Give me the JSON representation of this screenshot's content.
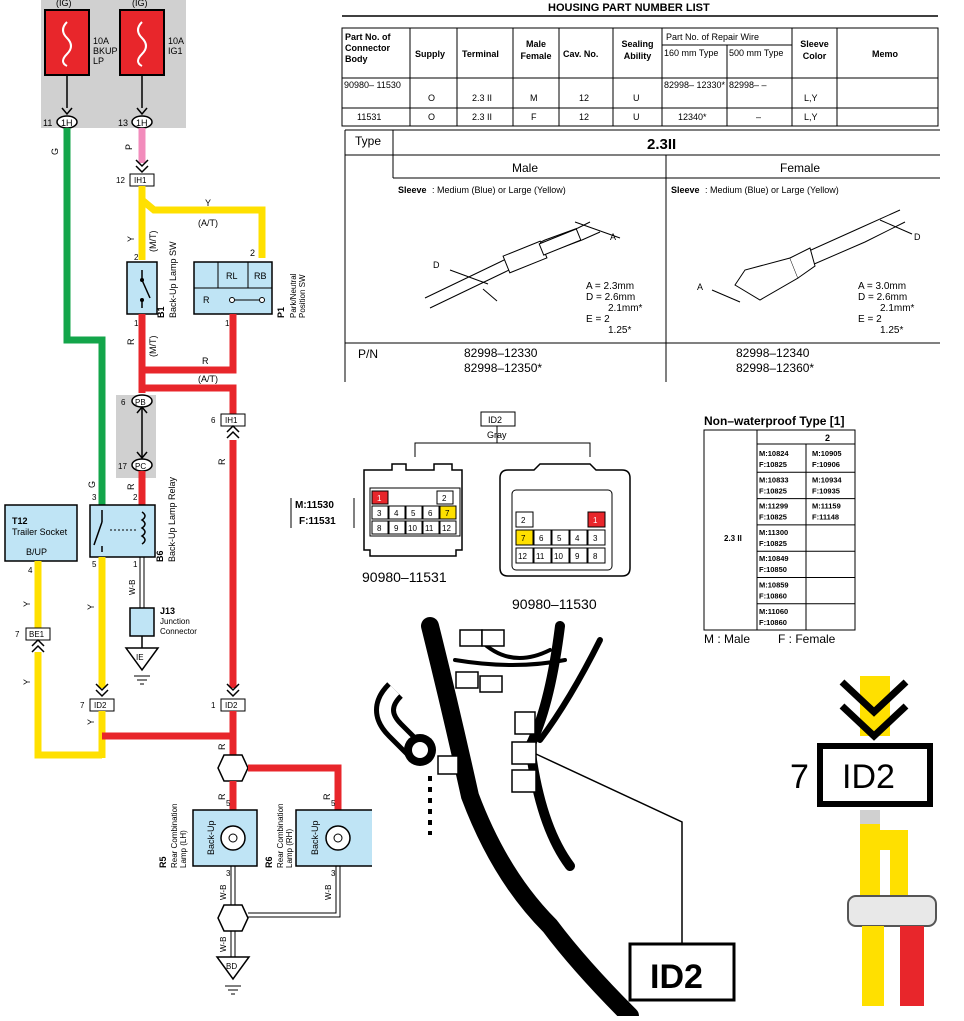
{
  "schematic": {
    "fuse_bkup": {
      "top": "(IG)",
      "line1": "10A",
      "line2": "BKUP",
      "line3": "LP",
      "pin": "11",
      "conn": "1H",
      "wire": "G"
    },
    "fuse_ig1": {
      "top": "(IG)",
      "line1": "10A",
      "line2": "IG1",
      "pin": "13",
      "conn": "1H",
      "wire": "P"
    },
    "ih1_top": {
      "pin": "12",
      "label": "IH1"
    },
    "b1": {
      "code": "B1",
      "name": "Back-Up Lamp SW",
      "wire_y": "Y",
      "mt": "(M/T)",
      "pin2": "2",
      "pin1": "1",
      "wire_r": "R"
    },
    "p1": {
      "code": "P1",
      "name1": "Park/Neutral",
      "name2": "Position SW",
      "rl": "RL",
      "rb": "RB",
      "r": "R",
      "pin2": "2",
      "pin1": "1"
    },
    "at_y": "(A/T)",
    "y_label": "Y",
    "at_r": "(A/T)",
    "r_label": "R",
    "mt_r": "(M/T)",
    "pb": {
      "pin": "6",
      "label": "PB"
    },
    "pc": {
      "pin": "17",
      "label": "PC"
    },
    "ih1_mid": {
      "pin": "6",
      "label": "IH1"
    },
    "b6": {
      "code": "B6",
      "name": "Back-Up Lamp Relay",
      "p3": "3",
      "p5": "5",
      "p2": "2",
      "p1": "1",
      "wire_g": "G",
      "wire_r": "R",
      "wire_wb": "W-B"
    },
    "j13": {
      "code": "J13",
      "name1": "Junction",
      "name2": "Connector"
    },
    "ie": "IE",
    "t12": {
      "code": "T12",
      "name": "Trailer Socket",
      "pin_label": "B/UP",
      "pin": "4"
    },
    "be1": {
      "pin": "7",
      "label": "BE1"
    },
    "id2_left": {
      "pin": "7",
      "label": "ID2"
    },
    "id2_right": {
      "pin": "1",
      "label": "ID2"
    },
    "r5": {
      "code": "R5",
      "name1": "Rear Combination",
      "name2": "Lamp (LH)",
      "inner": "Back-Up",
      "p5": "5",
      "p3": "3"
    },
    "r6": {
      "code": "R6",
      "name1": "Rear Combination",
      "name2": "Lamp (RH)",
      "inner": "Back-Up",
      "p5": "5",
      "p3": "3"
    },
    "bd": "BD",
    "wire_y": "Y",
    "wire_r": "R",
    "wire_wb": "W-B"
  },
  "housing": {
    "title": "HOUSING PART NUMBER LIST",
    "headers": {
      "connector": "Part No. of Connector Body",
      "supply": "Supply",
      "terminal": "Terminal",
      "male_female": "Male Female",
      "cav": "Cav. No.",
      "sealing": "Sealing Ability",
      "repair": "Part No. of Repair Wire",
      "r160": "160 mm Type",
      "r500": "500 mm Type",
      "sleeve": "Sleeve Color",
      "memo": "Memo"
    },
    "rows": [
      {
        "body": "90980– 11530",
        "supply": "O",
        "terminal": "2.3 II",
        "mf": "M",
        "cav": "12",
        "seal": "U",
        "r160": "82998– 12330*",
        "r500": "82998– –",
        "sleeve": "L,Y",
        "memo": ""
      },
      {
        "body": "11531",
        "supply": "O",
        "terminal": "2.3 II",
        "mf": "F",
        "cav": "12",
        "seal": "U",
        "r160": "12340*",
        "r500": "–",
        "sleeve": "L,Y",
        "memo": ""
      }
    ]
  },
  "terminal_type": {
    "type_label": "Type",
    "type_value": "2.3II",
    "male": "Male",
    "female": "Female",
    "sleeve_label": "Sleeve",
    "sleeve_text": " : Medium (Blue) or Large (Yellow)",
    "male_dims": [
      "A = 2.3mm",
      "D = 2.6mm",
      "2.1mm*",
      "E = 2",
      "1.25*"
    ],
    "female_dims": [
      "A = 3.0mm",
      "D = 2.6mm",
      "2.1mm*",
      "E = 2",
      "1.25*"
    ],
    "pn_label": "P/N",
    "male_pn": [
      "82998–12330",
      "82998–12350*"
    ],
    "female_pn": [
      "82998–12340",
      "82998–12360*"
    ]
  },
  "connector_view": {
    "id": "ID2",
    "color": "Gray",
    "mf_m": "M:11530",
    "mf_f": "F:11531",
    "left_part": "90980–11531",
    "right_part": "90980–11530",
    "left_top": [
      "1",
      "2"
    ],
    "left_pins": [
      "3",
      "4",
      "5",
      "6",
      "7",
      "8",
      "9",
      "10",
      "11",
      "12"
    ],
    "right_top": [
      "2",
      "1"
    ],
    "right_pins": [
      "7",
      "6",
      "5",
      "4",
      "3",
      "12",
      "11",
      "10",
      "9",
      "8"
    ]
  },
  "nonwaterproof": {
    "title": "Non–waterproof Type [1]",
    "col_header": "2",
    "terminal": "2.3 II",
    "rows": [
      [
        "M:10824",
        "F:10825",
        "M:10905",
        "F:10906"
      ],
      [
        "M:10833",
        "F:10825",
        "M:10934",
        "F:10935"
      ],
      [
        "M:11299",
        "F:10825",
        "M:11159",
        "F:11148"
      ],
      [
        "M:11300",
        "F:10825",
        "",
        ""
      ],
      [
        "M:10849",
        "F:10850",
        "",
        ""
      ],
      [
        "M:10859",
        "F:10860",
        "",
        ""
      ],
      [
        "M:11060",
        "F:10860",
        "",
        ""
      ]
    ],
    "legend_m": "M : Male",
    "legend_f": "F : Female"
  },
  "photo_label": "ID2",
  "zoom": {
    "pin": "7",
    "label": "ID2"
  },
  "colors": {
    "red": "#e8262b",
    "yellow": "#ffe000",
    "green": "#13a54a",
    "pink": "#f28cbc",
    "light_blue": "#bfe4f5",
    "gray": "#d0d0d0"
  }
}
